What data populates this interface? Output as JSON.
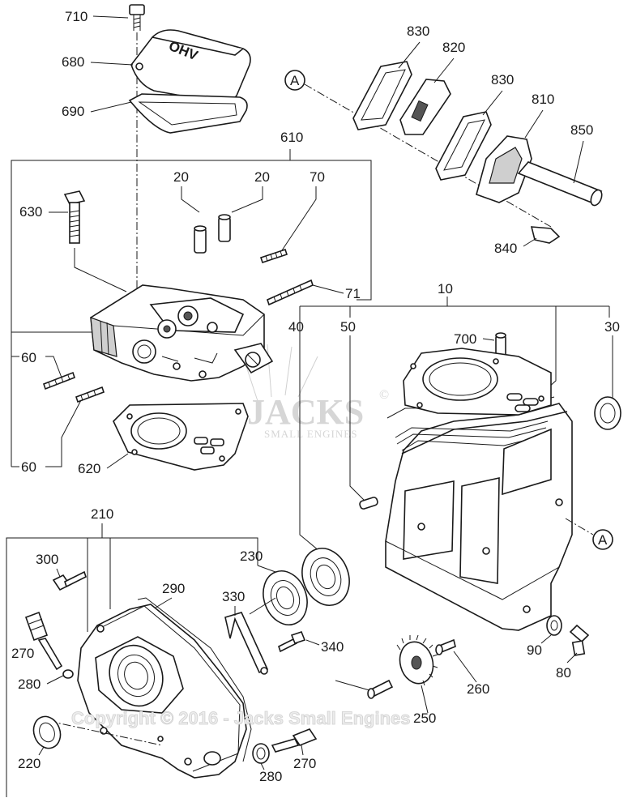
{
  "callouts": {
    "c10": "10",
    "c20a": "20",
    "c20b": "20",
    "c30": "30",
    "c40": "40",
    "c50": "50",
    "c60a": "60",
    "c60b": "60",
    "c70": "70",
    "c71": "71",
    "c80": "80",
    "c90": "90",
    "c210": "210",
    "c220": "220",
    "c230": "230",
    "c250": "250",
    "c260": "260",
    "c270a": "270",
    "c270b": "270",
    "c280a": "280",
    "c280b": "280",
    "c290": "290",
    "c300": "300",
    "c330": "330",
    "c340": "340",
    "c610": "610",
    "c620": "620",
    "c630": "630",
    "c680": "680",
    "c690": "690",
    "c700": "700",
    "c710": "710",
    "c810": "810",
    "c820": "820",
    "c830a": "830",
    "c830b": "830",
    "c840": "840",
    "c850": "850"
  },
  "reference_marks": {
    "a_top": "A",
    "a_bottom": "A"
  },
  "cover_text": "OHV",
  "watermark": {
    "logo_main": "JACKS",
    "logo_sub": "SMALL ENGINES",
    "registered": "©",
    "copyright": "Copyright © 2016 - Jacks Small Engines"
  }
}
